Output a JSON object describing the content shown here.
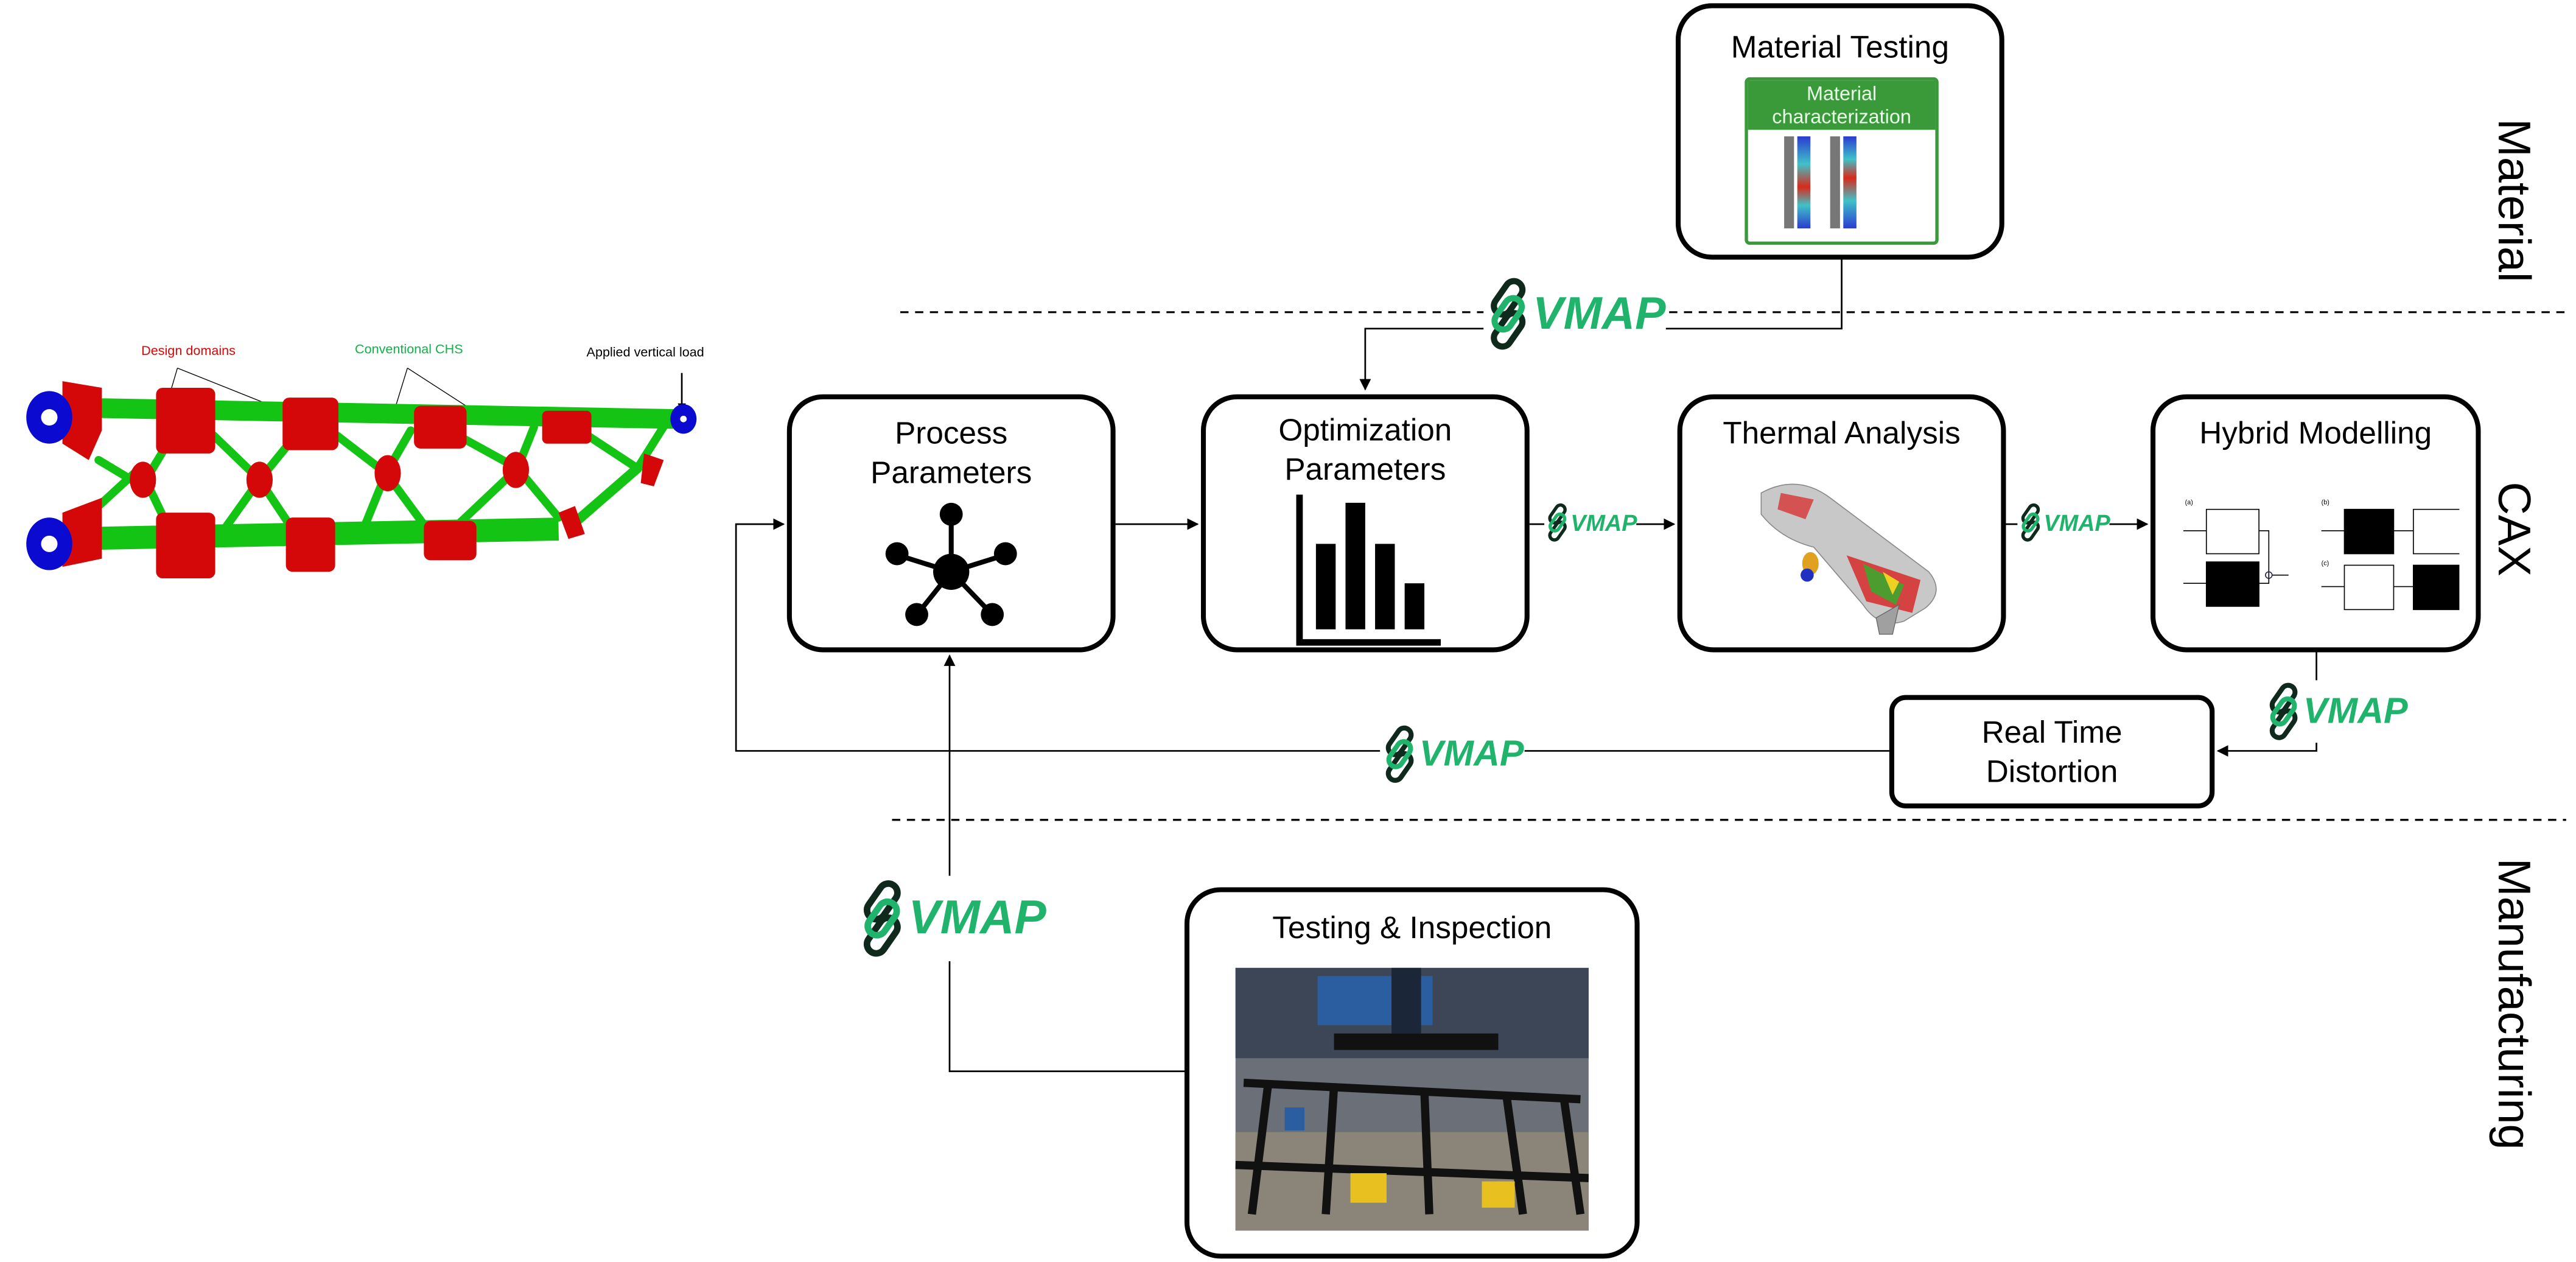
{
  "truss": {
    "label_design": "Design domains",
    "label_chs": "Conventional CHS",
    "label_load": "Applied vertical load",
    "colors": {
      "design": "#d40808",
      "chs": "#1fd21a",
      "support": "#0a0ad0"
    }
  },
  "lanes": {
    "material": "Material",
    "cax": "CAX",
    "manufacturing": "Manufacturing"
  },
  "boxes": {
    "material_testing": {
      "title": "Material Testing",
      "image_header_1": "Material",
      "image_header_2": "characterization"
    },
    "process_parameters": {
      "title_1": "Process",
      "title_2": "Parameters"
    },
    "optimization_parameters": {
      "title_1": "Optimization",
      "title_2": "Parameters"
    },
    "thermal_analysis": {
      "title": "Thermal Analysis"
    },
    "hybrid_modelling": {
      "title": "Hybrid Modelling",
      "panel_a": "(a)",
      "panel_b": "(b)",
      "panel_c": "(c)"
    },
    "real_time_distortion": {
      "title_1": "Real Time",
      "title_2": "Distortion"
    },
    "testing_inspection": {
      "title": "Testing & Inspection"
    }
  },
  "vmap": {
    "label": "VMAP",
    "color": "#1fb36b",
    "chain_dark": "#0f2a1c"
  }
}
